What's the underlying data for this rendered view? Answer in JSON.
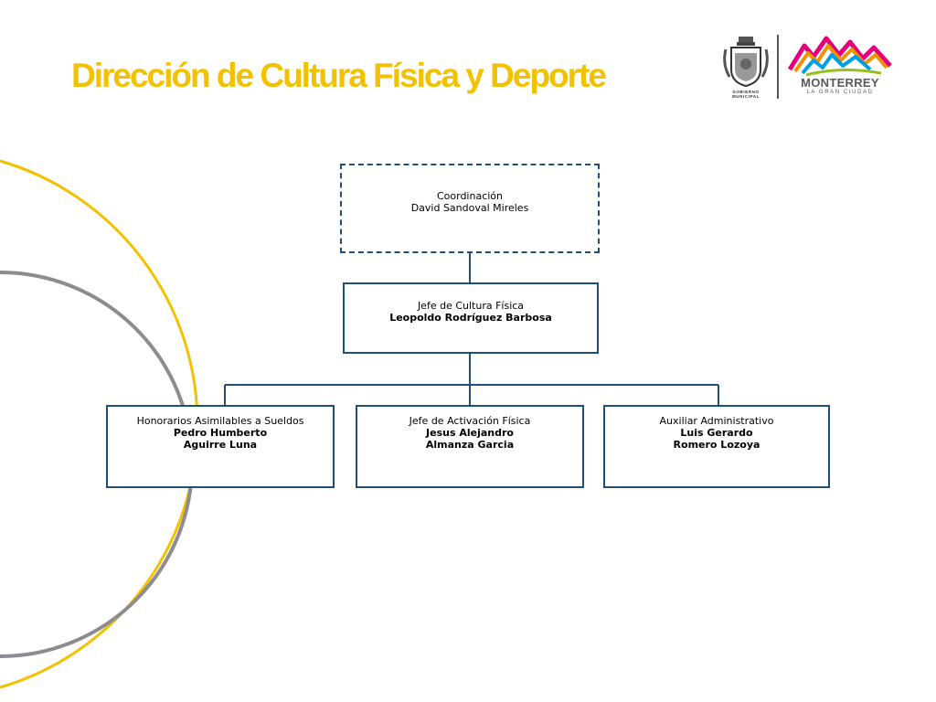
{
  "title": "Dirección de Cultura Física y Deporte",
  "colors": {
    "title": "#F2C200",
    "box_border": "#1F4E79",
    "arc_yellow": "#F2C200",
    "arc_gray": "#8C8C91"
  },
  "logos": {
    "seal_caption": "GOBIERNO MUNICIPAL",
    "brand_name": "MONTERREY",
    "brand_tagline": "LA GRAN CIUDAD"
  },
  "org_chart": {
    "coordination": {
      "role": "Coordinación",
      "name": "David Sandoval Mireles"
    },
    "head": {
      "role": "Jefe de Cultura Física",
      "name": "Leopoldo Rodríguez Barbosa"
    },
    "children": [
      {
        "role": "Honorarios Asimilables a Sueldos",
        "name": "Pedro Humberto\nAguirre Luna"
      },
      {
        "role": "Jefe de Activación Física",
        "name": "Jesus Alejandro\nAlmanza Garcia"
      },
      {
        "role": "Auxiliar Administrativo",
        "name": "Luis Gerardo\nRomero Lozoya"
      }
    ]
  }
}
